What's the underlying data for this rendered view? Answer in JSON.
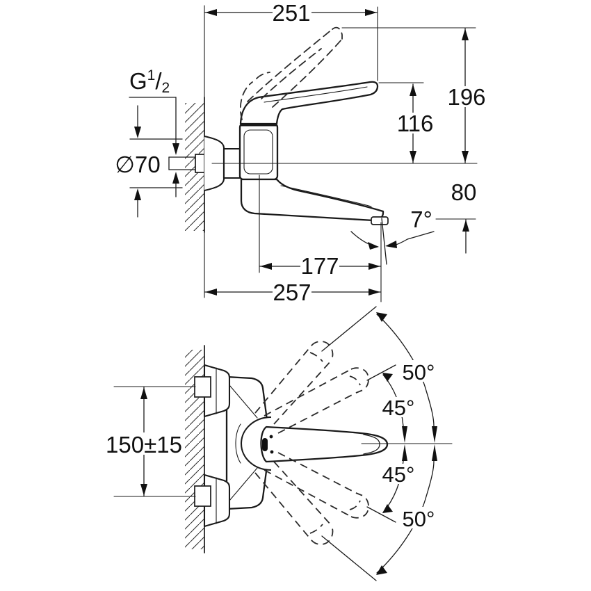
{
  "colors": {
    "background": "#ffffff",
    "line": "#1a1a1a",
    "text": "#111111"
  },
  "side_view": {
    "labels": {
      "overall_width": "251",
      "thread_g": "G",
      "thread_sup": "1",
      "thread_slash": "/",
      "thread_sub": "2",
      "flange_diameter": "∅70",
      "max_height": "196",
      "lever_height": "116",
      "outlet_offset": "80",
      "outlet_angle": "7°",
      "spout_reach": "177",
      "overall_depth": "257"
    }
  },
  "front_view": {
    "labels": {
      "connection_centers": "150±15",
      "lever_swing_up_max": "50°",
      "lever_swing_up": "45°",
      "lever_swing_down": "45°",
      "lever_swing_down_max": "50°"
    }
  }
}
